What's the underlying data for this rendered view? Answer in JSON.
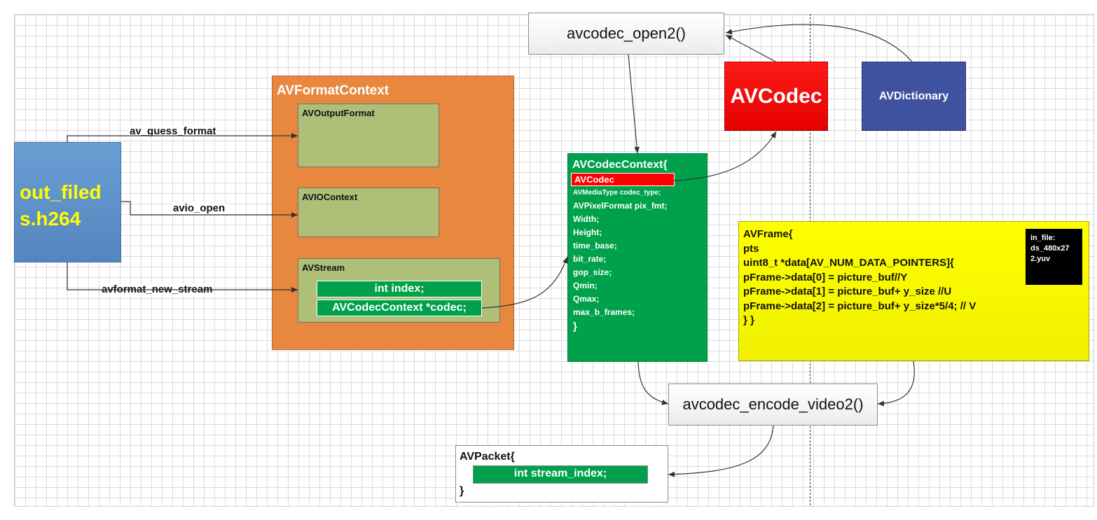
{
  "diagram": {
    "out_file": {
      "line1": "out_filed",
      "line2": "s.h264"
    },
    "edge_labels": {
      "guess": "av_guess_format",
      "avio": "avio_open",
      "new_stream": "avformat_new_stream"
    },
    "format_context": {
      "title": "AVFormatContext",
      "output_format": "AVOutputFormat",
      "io_context": "AVIOContext",
      "stream": {
        "title": "AVStream",
        "index": "int index;",
        "codec": "AVCodecContext *codec;"
      }
    },
    "codec_context": {
      "title": "AVCodecContext{",
      "codec_row": "AVCodec",
      "fields": [
        "AVMediaType  codec_type;",
        "AVPixelFormat pix_fmt;",
        "Width;",
        "Height;",
        "time_base;",
        "bit_rate;",
        "gop_size;",
        "Qmin;",
        "Qmax;",
        "max_b_frames;"
      ],
      "close": "}"
    },
    "open2": "avcodec_open2()",
    "avcodec": "AVCodec",
    "avdictionary": "AVDictionary",
    "frame": {
      "lines": [
        "AVFrame{",
        "pts",
        "uint8_t *data[AV_NUM_DATA_POINTERS]{",
        "pFrame->data[0] = picture_buf//Y",
        "pFrame->data[1] = picture_buf+ y_size //U",
        "pFrame->data[2] = picture_buf+ y_size*5/4;  // V",
        "}    }"
      ],
      "in_file": [
        "in_file:",
        "ds_480x27",
        "2.yuv"
      ]
    },
    "encode": "avcodec_encode_video2()",
    "packet": {
      "title": "AVPacket{",
      "field": "int   stream_index;",
      "close": "}"
    },
    "colors": {
      "out_file_fill": "#5a8fc7",
      "out_file_text": "#ffff00",
      "format_context_fill": "#e8883e",
      "olive_fill": "#afbf78",
      "green": "#00a14b",
      "red": "#ff0000",
      "dictionary_fill": "#3f52a0",
      "frame_fill": "#ffff00"
    }
  }
}
